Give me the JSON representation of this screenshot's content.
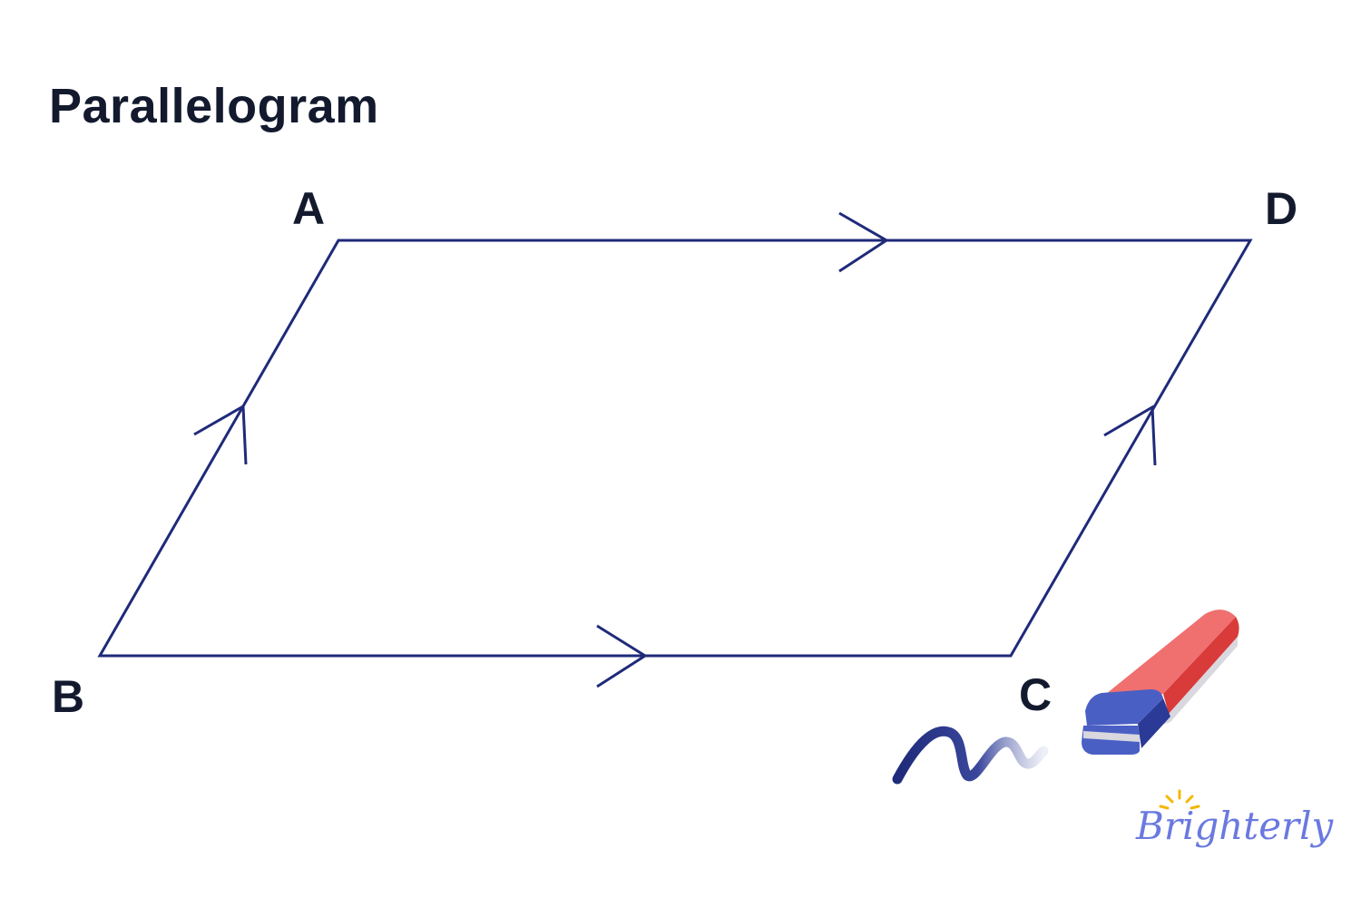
{
  "title": "Parallelogram",
  "vertices": {
    "A": "A",
    "B": "B",
    "C": "C",
    "D": "D"
  },
  "logo": {
    "text": "Brighterly",
    "sun_color": "#f2b705",
    "text_color": "#6a79e0"
  },
  "colors": {
    "outline": "#1f2a7a",
    "label": "#131a2e",
    "eraser_red": "#f06b6b",
    "eraser_blue": "#4a5fc4"
  },
  "icons": {
    "eraser": "eraser-icon",
    "scribble": "scribble-icon"
  }
}
